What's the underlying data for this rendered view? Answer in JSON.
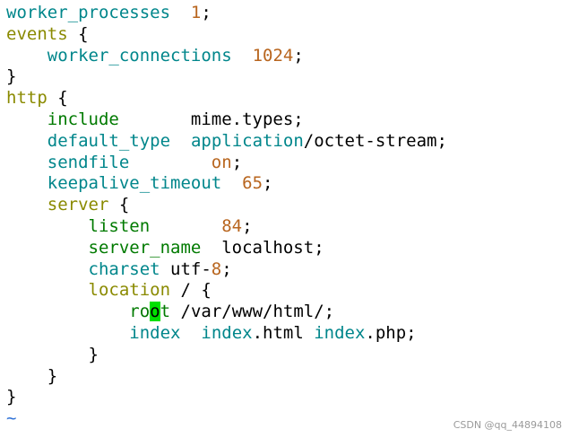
{
  "editor": {
    "lines": [
      [
        {
          "t": "worker_processes",
          "c": "dir"
        },
        {
          "t": "  ",
          "c": "txt"
        },
        {
          "t": "1",
          "c": "num"
        },
        {
          "t": ";",
          "c": "txt"
        }
      ],
      [
        {
          "t": "events",
          "c": "kw"
        },
        {
          "t": " {",
          "c": "txt"
        }
      ],
      [
        {
          "t": "    ",
          "c": "txt"
        },
        {
          "t": "worker_connections",
          "c": "dir"
        },
        {
          "t": "  ",
          "c": "txt"
        },
        {
          "t": "1024",
          "c": "num"
        },
        {
          "t": ";",
          "c": "txt"
        }
      ],
      [
        {
          "t": "}",
          "c": "txt"
        }
      ],
      [
        {
          "t": "http",
          "c": "kw"
        },
        {
          "t": " {",
          "c": "txt"
        }
      ],
      [
        {
          "t": "    ",
          "c": "txt"
        },
        {
          "t": "include",
          "c": "dir2"
        },
        {
          "t": "       mime.types;",
          "c": "txt"
        }
      ],
      [
        {
          "t": "    ",
          "c": "txt"
        },
        {
          "t": "default_type",
          "c": "dir"
        },
        {
          "t": "  ",
          "c": "txt"
        },
        {
          "t": "application",
          "c": "dir"
        },
        {
          "t": "/octet-stream;",
          "c": "txt"
        }
      ],
      [
        {
          "t": "    ",
          "c": "txt"
        },
        {
          "t": "sendfile",
          "c": "dir"
        },
        {
          "t": "        ",
          "c": "txt"
        },
        {
          "t": "on",
          "c": "num"
        },
        {
          "t": ";",
          "c": "txt"
        }
      ],
      [
        {
          "t": "    ",
          "c": "txt"
        },
        {
          "t": "keepalive_timeout",
          "c": "dir"
        },
        {
          "t": "  ",
          "c": "txt"
        },
        {
          "t": "65",
          "c": "num"
        },
        {
          "t": ";",
          "c": "txt"
        }
      ],
      [
        {
          "t": "    ",
          "c": "txt"
        },
        {
          "t": "server",
          "c": "kw"
        },
        {
          "t": " {",
          "c": "txt"
        }
      ],
      [
        {
          "t": "        ",
          "c": "txt"
        },
        {
          "t": "listen",
          "c": "dir2"
        },
        {
          "t": "       ",
          "c": "txt"
        },
        {
          "t": "84",
          "c": "num"
        },
        {
          "t": ";",
          "c": "txt"
        }
      ],
      [
        {
          "t": "        ",
          "c": "txt"
        },
        {
          "t": "server_name",
          "c": "dir2"
        },
        {
          "t": "  localhost;",
          "c": "txt"
        }
      ],
      [
        {
          "t": "        ",
          "c": "txt"
        },
        {
          "t": "charset",
          "c": "dir"
        },
        {
          "t": " utf-",
          "c": "txt"
        },
        {
          "t": "8",
          "c": "num"
        },
        {
          "t": ";",
          "c": "txt"
        }
      ],
      [
        {
          "t": "        ",
          "c": "txt"
        },
        {
          "t": "location",
          "c": "kw"
        },
        {
          "t": " / {",
          "c": "txt"
        }
      ],
      [
        {
          "t": "            ",
          "c": "txt"
        },
        {
          "t": "ro",
          "c": "dir2"
        },
        {
          "t": "o",
          "c": "cursor"
        },
        {
          "t": "t",
          "c": "dir2"
        },
        {
          "t": " /var/www/html/;",
          "c": "txt"
        }
      ],
      [
        {
          "t": "            ",
          "c": "txt"
        },
        {
          "t": "index",
          "c": "dir"
        },
        {
          "t": "  ",
          "c": "txt"
        },
        {
          "t": "index",
          "c": "dir"
        },
        {
          "t": ".html ",
          "c": "txt"
        },
        {
          "t": "index",
          "c": "dir"
        },
        {
          "t": ".php;",
          "c": "txt"
        }
      ],
      [
        {
          "t": "        }",
          "c": "txt"
        }
      ],
      [
        {
          "t": "    }",
          "c": "txt"
        }
      ],
      [
        {
          "t": "}",
          "c": "txt"
        }
      ],
      [
        {
          "t": "~",
          "c": "tilde"
        }
      ]
    ]
  },
  "watermark": "CSDN @qq_44894108",
  "colors": {
    "keyword": "#8a8a00",
    "directive": "#00868b",
    "directive_alt": "#007a00",
    "number": "#b8651e",
    "text": "#000000",
    "tilde": "#2c6fd6",
    "cursor": "#00e000"
  }
}
